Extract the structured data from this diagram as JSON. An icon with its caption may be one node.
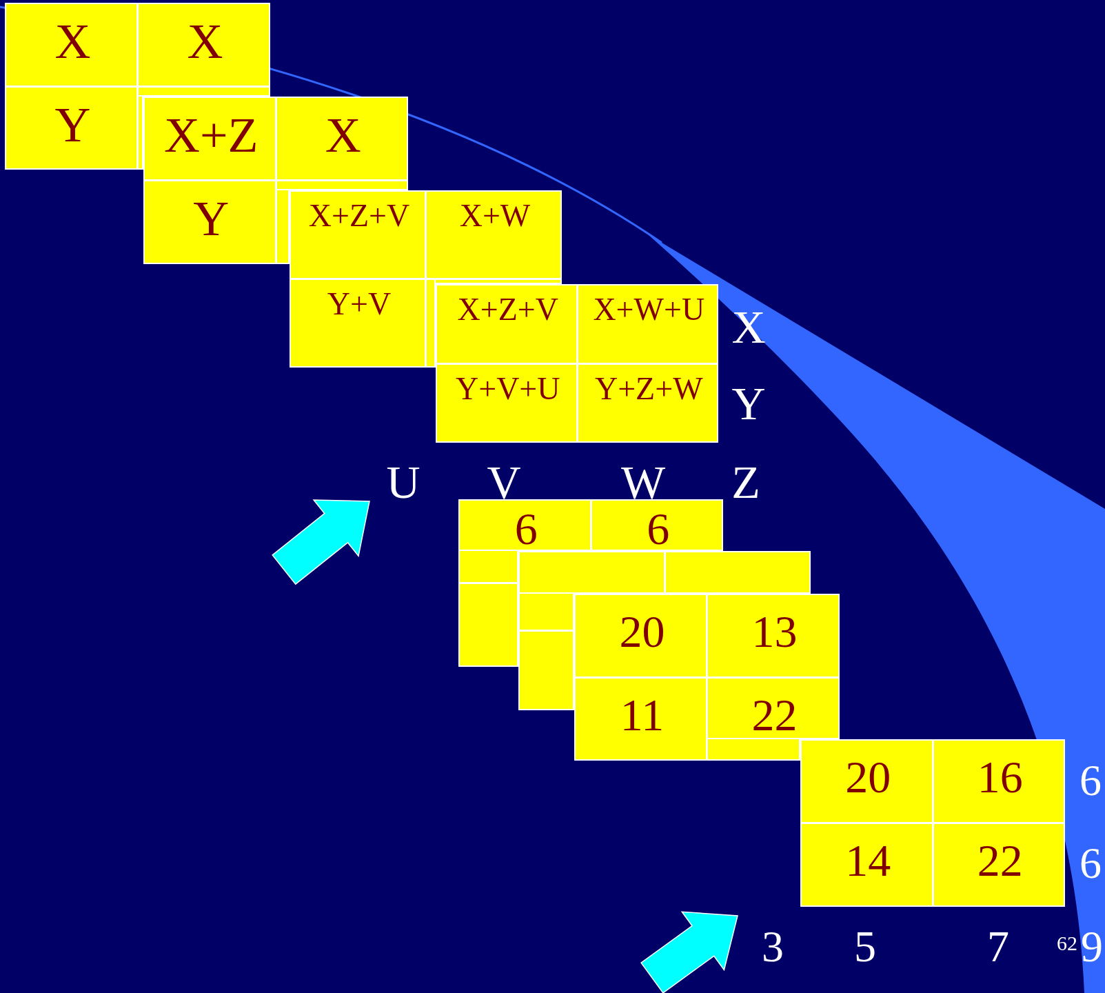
{
  "diagram": {
    "nodes": [
      {
        "text": [
          "X"
        ]
      },
      {
        "text": [
          "X"
        ]
      },
      {
        "text": [
          "Y"
        ]
      },
      {
        "text": [],
        "shape": "box"
      },
      {
        "text": [
          "X+Z"
        ]
      },
      {
        "text": [
          "X"
        ]
      },
      {
        "text": [
          "Y"
        ]
      },
      {
        "text": [],
        "shape": "box"
      },
      {
        "text": [
          "X+Z+V"
        ]
      },
      {
        "text": [
          "X+W"
        ]
      },
      {
        "text": [
          "Y+V"
        ]
      },
      {
        "text": [],
        "shape": "box"
      },
      {
        "text": [
          "X+Z+V"
        ]
      },
      {
        "text": [
          "X+W+U"
        ]
      },
      {
        "text": [
          "Y+V+U"
        ]
      },
      {
        "text": [
          "Y+Z+W"
        ]
      },
      {
        "text": [
          "6"
        ]
      },
      {
        "text": [
          "6"
        ]
      },
      {
        "text": [],
        "shape": "box"
      },
      {
        "text": [],
        "shape": "box"
      },
      {
        "text": [],
        "shape": "box"
      },
      {
        "text": [],
        "shape": "box"
      },
      {
        "text": [
          "20"
        ]
      },
      {
        "text": [
          "13"
        ]
      },
      {
        "text": [
          "11"
        ]
      },
      {
        "text": [
          "22"
        ]
      },
      {
        "text": [
          "20"
        ]
      },
      {
        "text": [
          "16"
        ]
      },
      {
        "text": [
          "14"
        ]
      },
      {
        "text": [
          "22"
        ]
      }
    ],
    "edges": [],
    "labels": [
      "X",
      "Y",
      "U",
      "V",
      "W",
      "Z",
      "6",
      "6",
      "3",
      "5",
      "7",
      "62",
      "9"
    ]
  }
}
